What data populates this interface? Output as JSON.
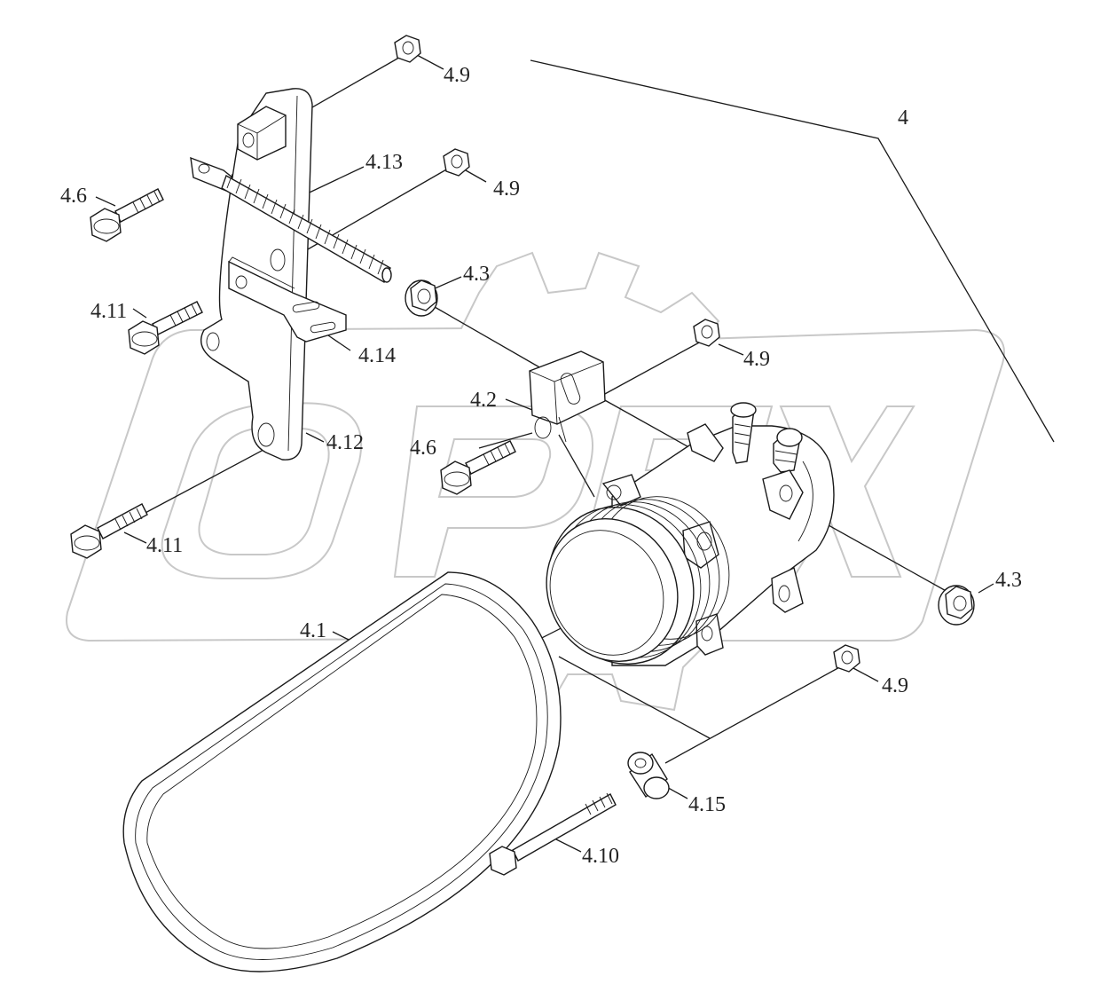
{
  "watermark": {
    "text": "OPEX",
    "color": "#c8c8c8"
  },
  "line_color": "#1a1a1a",
  "labels": {
    "assembly": "4",
    "belt": "4.1",
    "bracket_block": "4.2",
    "nut_4_3": "4.3",
    "bolt_4_6": "4.6",
    "nut_4_9": "4.9",
    "bolt_4_10": "4.10",
    "bolt_4_11": "4.11",
    "bracket_4_12": "4.12",
    "threaded_rod": "4.13",
    "plate_4_14": "4.14",
    "spacer_4_15": "4.15"
  }
}
